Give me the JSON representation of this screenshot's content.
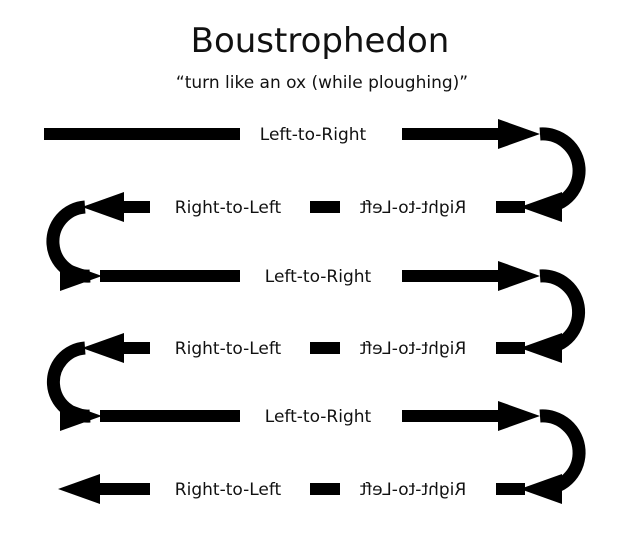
{
  "title": "Boustrophedon",
  "subtitle": "“turn like an ox (while ploughing)”",
  "rows": [
    {
      "direction": "ltr",
      "label": "Left-to-Right"
    },
    {
      "direction": "rtl",
      "label": "Right-to-Left",
      "mirrored_label": "Right-to-Left"
    },
    {
      "direction": "ltr",
      "label": "Left-to-Right"
    },
    {
      "direction": "rtl",
      "label": "Right-to-Left",
      "mirrored_label": "Right-to-Left"
    },
    {
      "direction": "ltr",
      "label": "Left-to-Right"
    },
    {
      "direction": "rtl",
      "label": "Right-to-Left",
      "mirrored_label": "Right-to-Left"
    }
  ],
  "colors": {
    "ink": "#000000",
    "background": "#ffffff"
  }
}
